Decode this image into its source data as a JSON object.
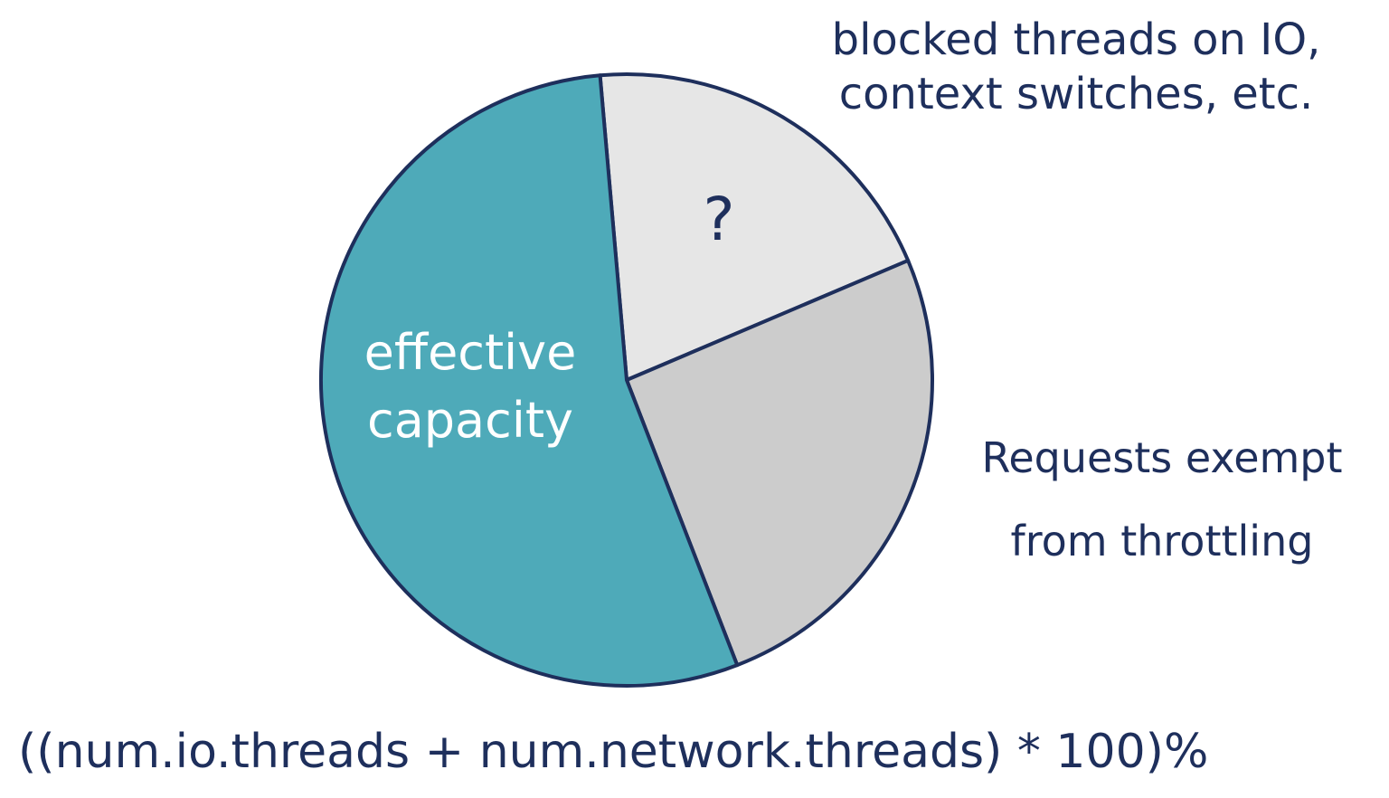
{
  "colors": {
    "outline": "#1e2f5c",
    "effective": "#4eaab9",
    "unknown": "#e6e6e6",
    "exempt": "#cccccc",
    "text_dark": "#1e2f5c",
    "text_light": "#ffffff"
  },
  "slices": [
    {
      "id": "unknown",
      "label": "?",
      "fraction": 0.2
    },
    {
      "id": "exempt",
      "label": "",
      "fraction": 0.255
    },
    {
      "id": "effective",
      "label": "",
      "fraction": 0.545
    }
  ],
  "labels": {
    "effective_line1": "effective",
    "effective_line2": "capacity",
    "unknown_mark": "?",
    "top_line1": "blocked threads on IO,",
    "top_line2": "context switches, etc.",
    "right_line1": "Requests exempt",
    "right_line2": "from throttling",
    "formula": "((num.io.threads + num.network.threads) * 100)%"
  }
}
